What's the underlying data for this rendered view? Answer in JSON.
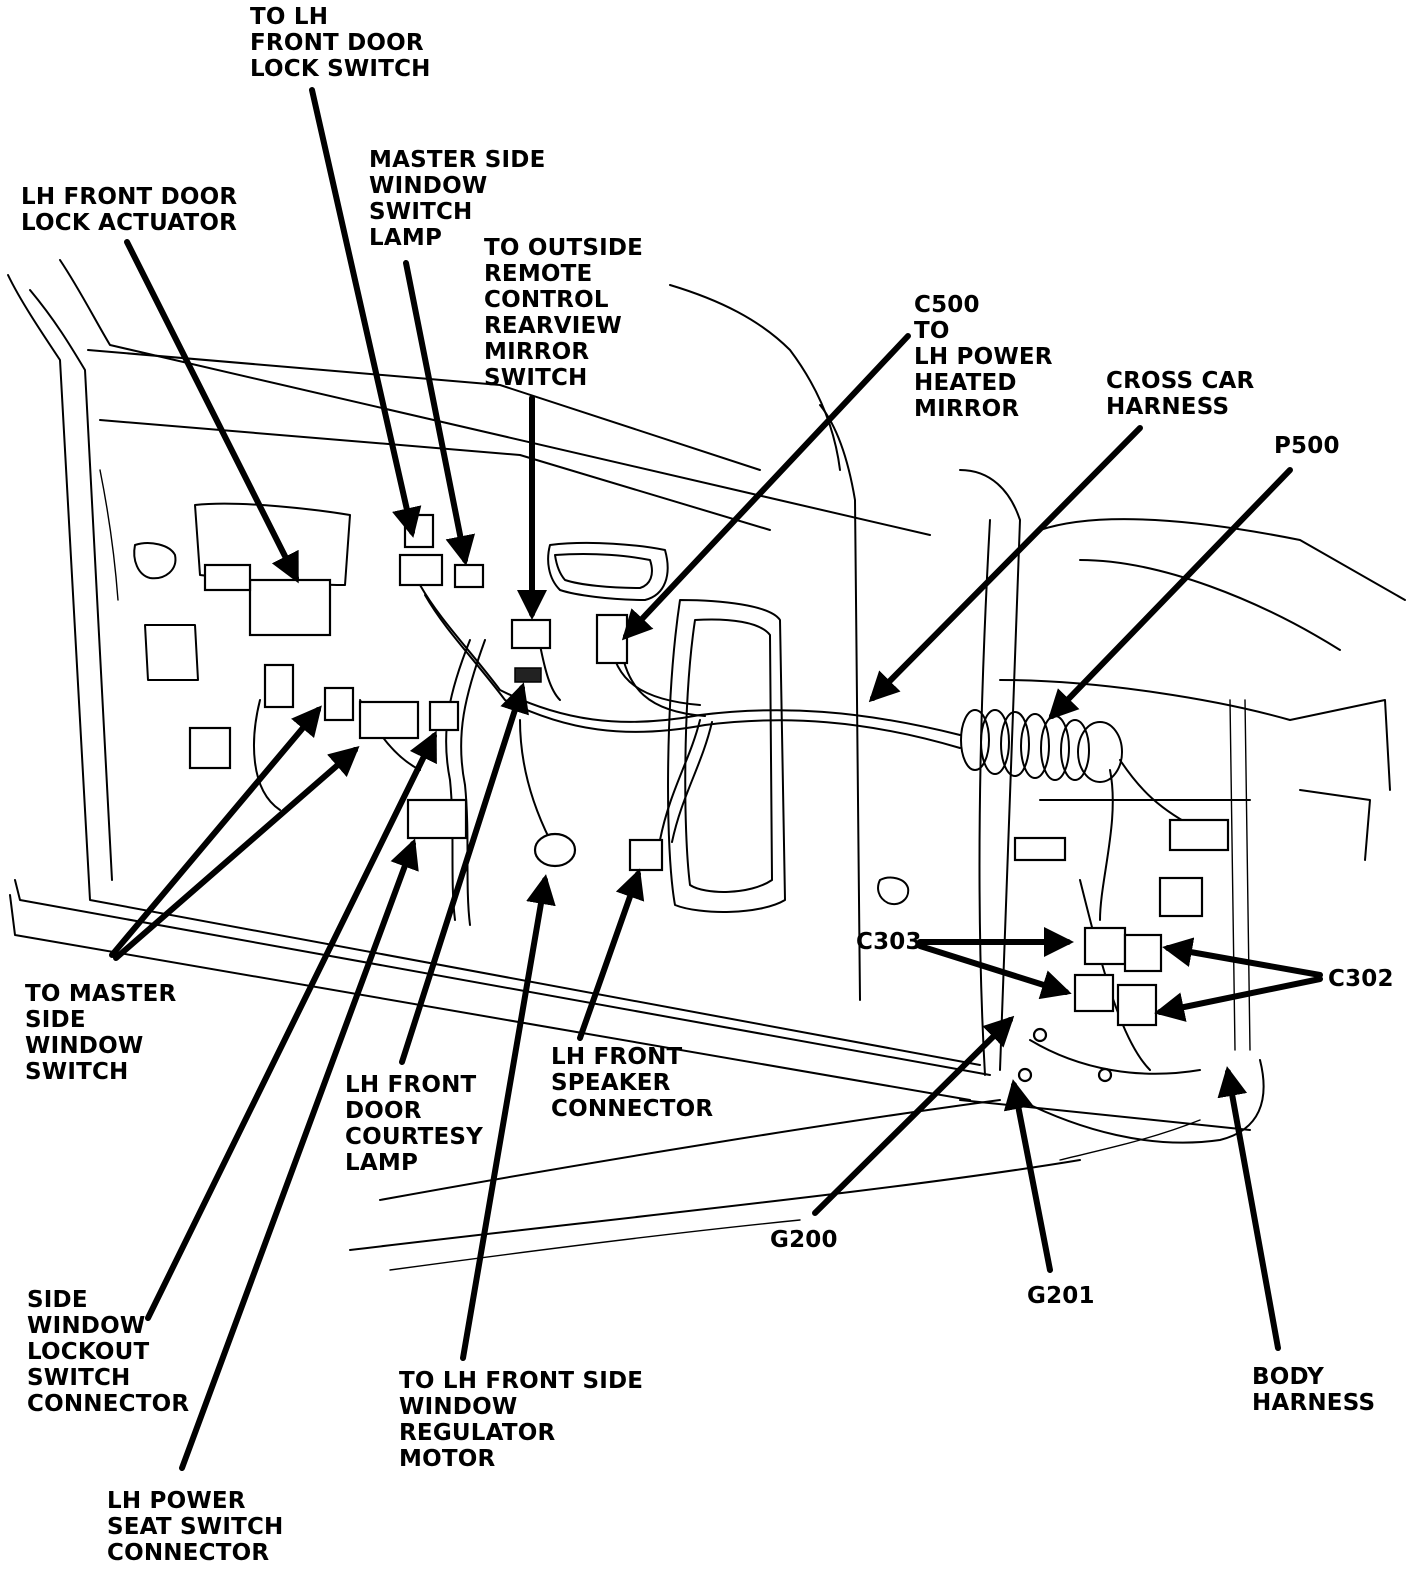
{
  "diagram": {
    "labels": [
      {
        "id": "to-lh-front-door-lock-switch",
        "lines": [
          "TO LH",
          "FRONT DOOR",
          "LOCK SWITCH"
        ]
      },
      {
        "id": "lh-front-door-lock-actuator",
        "lines": [
          "LH FRONT DOOR",
          "LOCK ACTUATOR"
        ]
      },
      {
        "id": "master-side-window-switch-lamp",
        "lines": [
          "MASTER SIDE",
          "WINDOW",
          "SWITCH",
          "LAMP"
        ]
      },
      {
        "id": "to-outside-remote-control-rearview-mirror-switch",
        "lines": [
          "TO OUTSIDE",
          "REMOTE",
          "CONTROL",
          "REARVIEW",
          "MIRROR",
          "SWITCH"
        ]
      },
      {
        "id": "c500-to-lh-power-heated-mirror",
        "lines": [
          "C500",
          "TO",
          "LH POWER",
          "HEATED",
          "MIRROR"
        ]
      },
      {
        "id": "cross-car-harness",
        "lines": [
          "CROSS CAR",
          "HARNESS"
        ]
      },
      {
        "id": "p500",
        "lines": [
          "P500"
        ]
      },
      {
        "id": "c303",
        "lines": [
          "C303"
        ]
      },
      {
        "id": "c302",
        "lines": [
          "C302"
        ]
      },
      {
        "id": "to-master-side-window-switch",
        "lines": [
          "TO MASTER",
          "SIDE",
          "WINDOW",
          "SWITCH"
        ]
      },
      {
        "id": "lh-front-door-courtesy-lamp",
        "lines": [
          "LH FRONT",
          "DOOR",
          "COURTESY",
          "LAMP"
        ]
      },
      {
        "id": "lh-front-speaker-connector",
        "lines": [
          "LH FRONT",
          "SPEAKER",
          "CONNECTOR"
        ]
      },
      {
        "id": "g200",
        "lines": [
          "G200"
        ]
      },
      {
        "id": "g201",
        "lines": [
          "G201"
        ]
      },
      {
        "id": "body-harness",
        "lines": [
          "BODY",
          "HARNESS"
        ]
      },
      {
        "id": "side-window-lockout-switch-connector",
        "lines": [
          "SIDE",
          "WINDOW",
          "LOCKOUT",
          "SWITCH",
          "CONNECTOR"
        ]
      },
      {
        "id": "to-lh-front-side-window-regulator-motor",
        "lines": [
          "TO LH FRONT SIDE",
          "WINDOW",
          "REGULATOR",
          "MOTOR"
        ]
      },
      {
        "id": "lh-power-seat-switch-connector",
        "lines": [
          "LH POWER",
          "SEAT SWITCH",
          "CONNECTOR"
        ]
      }
    ]
  }
}
